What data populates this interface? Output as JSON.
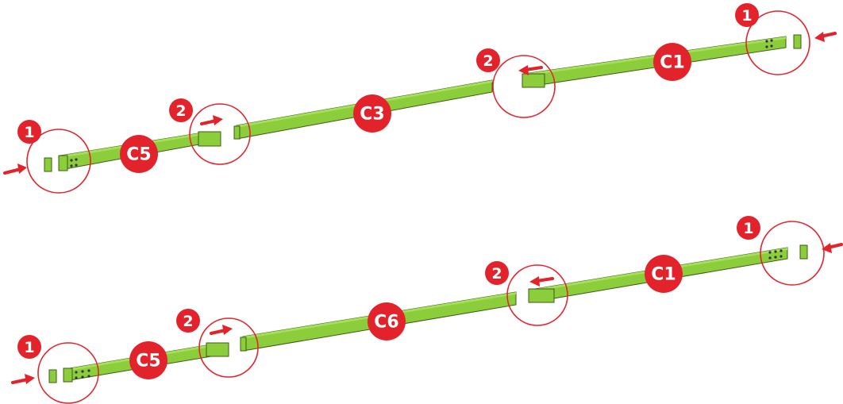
{
  "colors": {
    "beam_fill": "#8ccd3c",
    "beam_top": "#a6e05a",
    "beam_edge": "#3d5c16",
    "badge_red": "#e3232b",
    "circle_stroke": "#e3232b",
    "arrow_red": "#e3232b",
    "bolt_dot": "#333333"
  },
  "assemblies": [
    {
      "id": "top",
      "parts": [
        {
          "label": "C1"
        },
        {
          "label": "C3"
        },
        {
          "label": "C5"
        }
      ],
      "steps": [
        {
          "number": "1"
        },
        {
          "number": "2"
        },
        {
          "number": "2"
        },
        {
          "number": "1"
        }
      ]
    },
    {
      "id": "bottom",
      "parts": [
        {
          "label": "C1"
        },
        {
          "label": "C6"
        },
        {
          "label": "C5"
        }
      ],
      "steps": [
        {
          "number": "1"
        },
        {
          "number": "2"
        },
        {
          "number": "2"
        },
        {
          "number": "1"
        }
      ]
    }
  ]
}
